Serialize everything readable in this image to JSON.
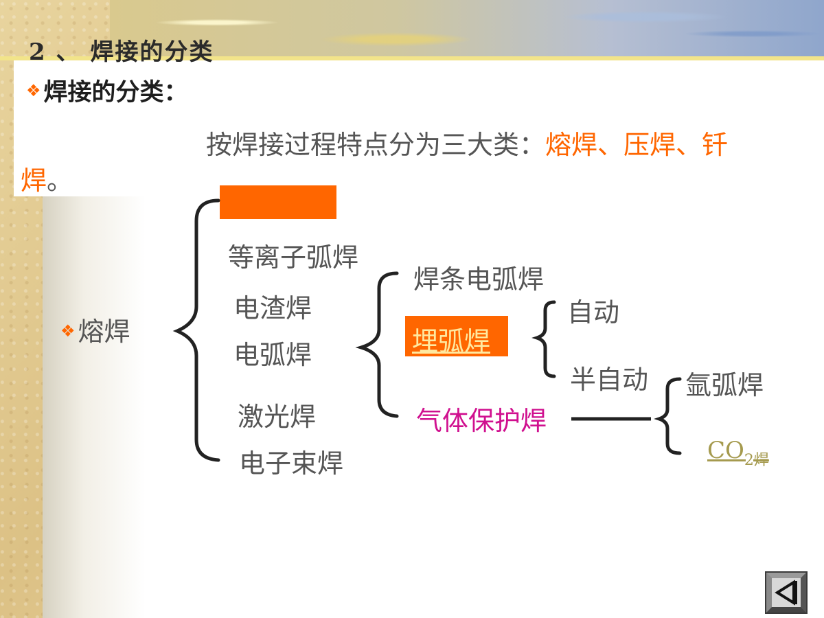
{
  "slide": {
    "heading_number": "2 、",
    "heading_text": "焊接的分类",
    "sub_heading": "焊接的分类：",
    "body_prefix": "按焊接过程特点分为三大类：",
    "body_highlight_1": "熔焊、压焊、钎",
    "body_highlight_2": "焊",
    "body_suffix": "。"
  },
  "tree": {
    "root": "熔焊",
    "level1": [
      "等离子弧焊",
      "电渣焊",
      "电弧焊",
      "激光焊",
      "电子束焊"
    ],
    "arc_children": [
      "焊条电弧焊",
      "埋弧焊",
      "气体保护焊"
    ],
    "submerged_children": [
      "自动",
      "半自动"
    ],
    "gas_children": [
      "氩弧焊"
    ],
    "co2_main": "CO",
    "co2_sub": "2焊"
  },
  "colors": {
    "accent": "#ff6600",
    "text": "#555555",
    "gas_shielded": "#d0108f",
    "co2_link": "#a59a4e"
  },
  "icons": {
    "bullet": "diamond-bullet-icon",
    "nav": "back-arrow-icon"
  }
}
